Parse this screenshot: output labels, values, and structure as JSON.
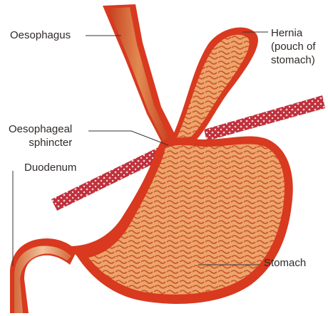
{
  "labels": {
    "oesophagus": "Oesophagus",
    "hernia": [
      "Hernia",
      "(pouch of",
      "stomach)"
    ],
    "sphincter": [
      "Oesophageal",
      "sphincter"
    ],
    "duodenum": "Duodenum",
    "stomach": "Stomach"
  },
  "colors": {
    "outer_wall": "#d8391f",
    "inner_tissue": "#e8935a",
    "rugae": "#c4542e",
    "diaphragm": "#b8283a",
    "label_text": "#2f2a28",
    "leader_line": "#3a3330"
  }
}
